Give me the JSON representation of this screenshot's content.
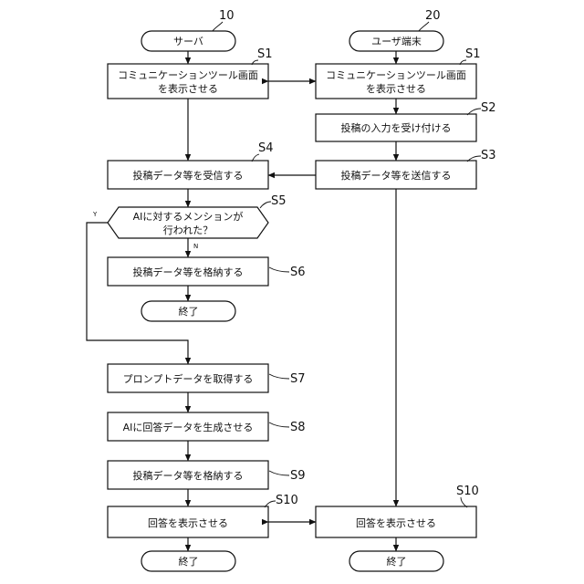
{
  "columns": {
    "server": {
      "ref": "10",
      "title": "サーバ",
      "s1": {
        "step": "S1",
        "line1": "コミュニケーションツール画面",
        "line2": "を表示させる"
      },
      "s4": {
        "step": "S4",
        "text": "投稿データ等を受信する"
      },
      "s5": {
        "step": "S5",
        "line1": "AIに対するメンションが",
        "line2": "行われた？",
        "yes": "Y",
        "no": "N"
      },
      "s6": {
        "step": "S6",
        "text": "投稿データ等を格納する"
      },
      "end1": "終了",
      "s7": {
        "step": "S7",
        "text": "プロンプトデータを取得する"
      },
      "s8": {
        "step": "S8",
        "text": "AIに回答データを生成させる"
      },
      "s9": {
        "step": "S9",
        "text": "投稿データ等を格納する"
      },
      "s10": {
        "step": "S10",
        "text": "回答を表示させる"
      },
      "end2": "終了"
    },
    "user": {
      "ref": "20",
      "title": "ユーザ端末",
      "s1": {
        "step": "S1",
        "line1": "コミュニケーションツール画面",
        "line2": "を表示させる"
      },
      "s2": {
        "step": "S2",
        "text": "投稿の入力を受け付ける"
      },
      "s3": {
        "step": "S3",
        "text": "投稿データ等を送信する"
      },
      "s10": {
        "step": "S10",
        "text": "回答を表示させる"
      },
      "end": "終了"
    }
  }
}
